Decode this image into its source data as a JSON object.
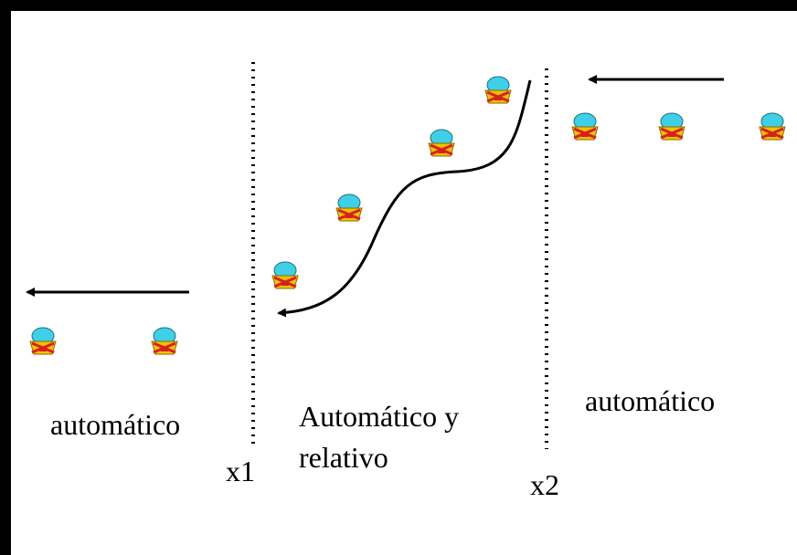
{
  "labels": {
    "left_zone": "automático",
    "middle_zone_line1": "Automático y",
    "middle_zone_line2": "relativo",
    "right_zone": "automático",
    "boundary_1": "x1",
    "boundary_2": "x2"
  },
  "icon": "vehicle-icon",
  "colors": {
    "line": "#000000",
    "icon_top": "#3fd0e8",
    "icon_body": "#f2c200",
    "icon_accent": "#d62020"
  }
}
